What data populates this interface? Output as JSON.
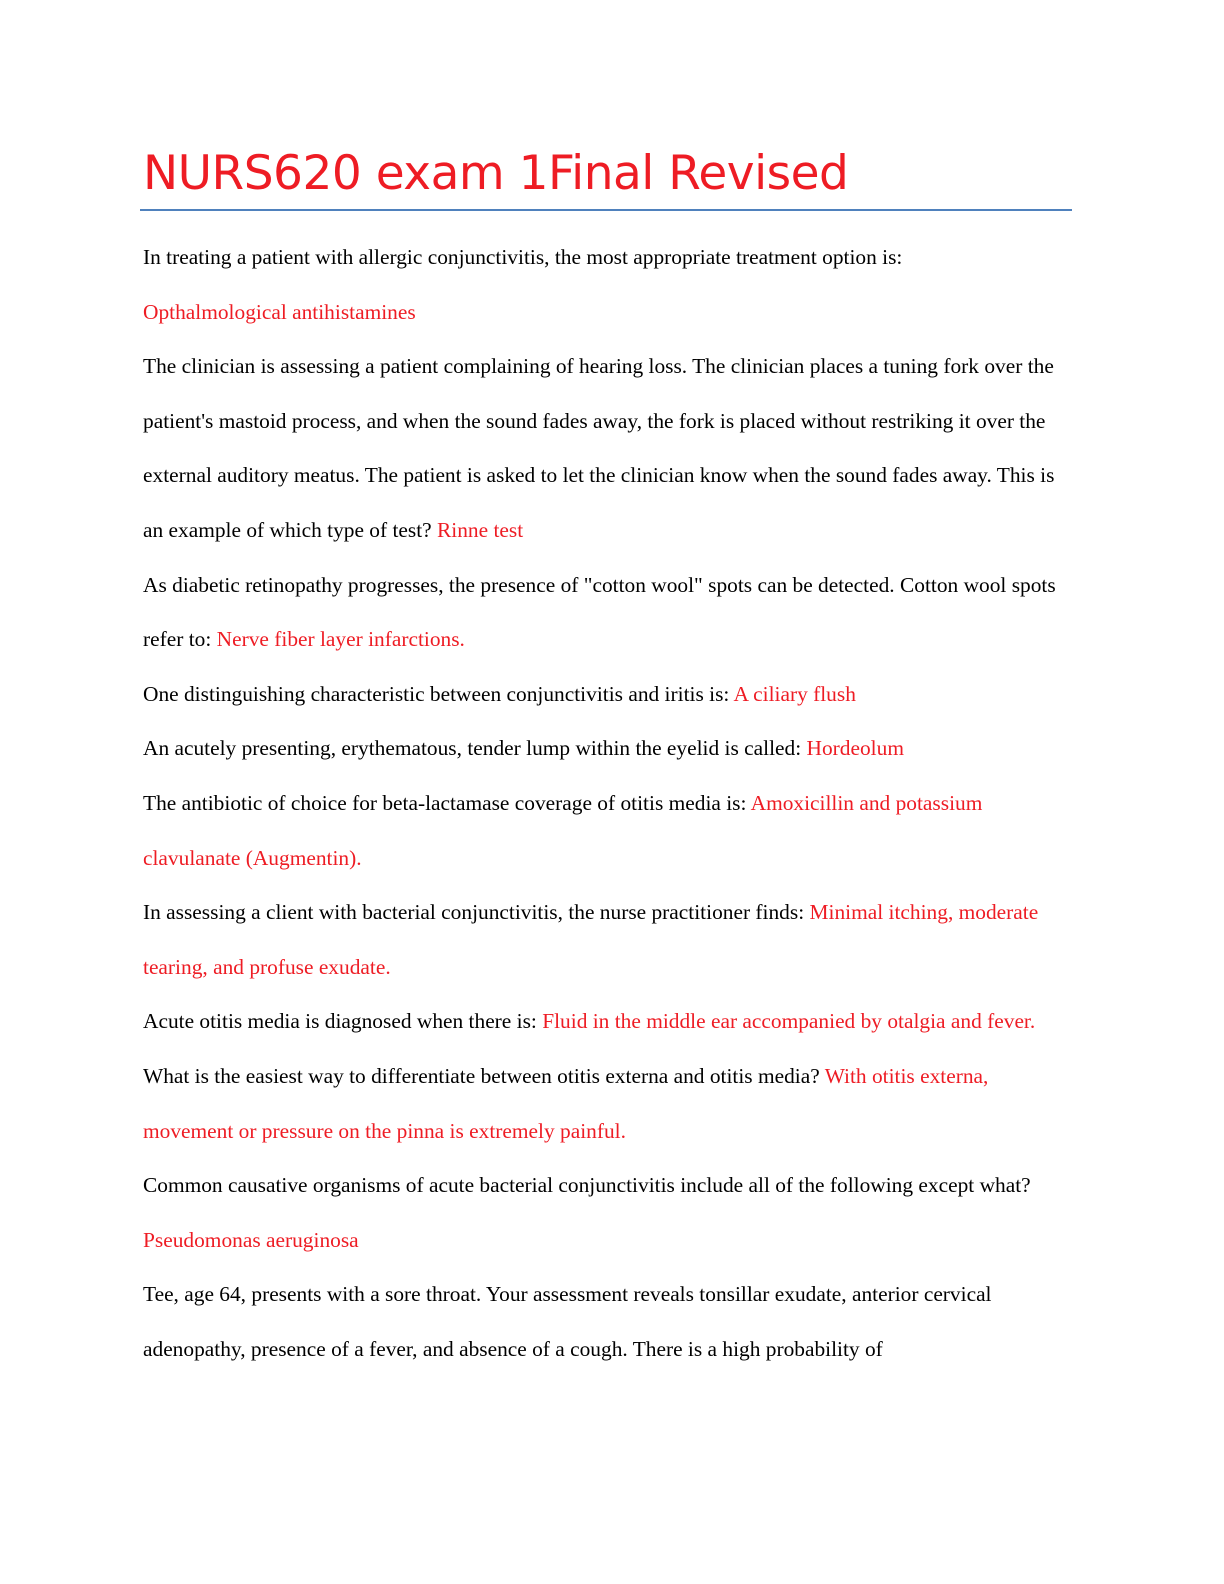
{
  "document": {
    "title": "NURS620 exam 1Final Revised",
    "colors": {
      "answer": "#ee1c24",
      "title": "#ee1c24",
      "rule": "#4f81bd",
      "text": "#000000"
    },
    "items": [
      {
        "question": "In treating a patient with allergic conjunctivitis, the most appropriate treatment option is:",
        "answer": "Opthalmological antihistamines"
      },
      {
        "question": "The clinician is assessing a patient complaining of hearing loss. The clinician places a tuning fork over the patient's mastoid process, and when the sound fades away, the fork is placed without restriking it over the external auditory meatus. The patient is asked to let the clinician know when the sound fades away. This is an example of which type of test?",
        "answer": "Rinne test"
      },
      {
        "question": "As diabetic retinopathy progresses, the presence of \"cotton wool\" spots can be detected. Cotton wool spots refer to:",
        "answer": "Nerve fiber layer infarctions."
      },
      {
        "question": "One distinguishing characteristic between conjunctivitis and iritis is:",
        "answer": "A ciliary flush"
      },
      {
        "question": "An acutely presenting, erythematous, tender lump within the eyelid is called:",
        "answer": "Hordeolum"
      },
      {
        "question": "The antibiotic of choice for beta-lactamase coverage of otitis media is:",
        "answer": "Amoxicillin and potassium clavulanate (Augmentin)."
      },
      {
        "question": "In assessing a client with bacterial conjunctivitis, the nurse practitioner finds:",
        "answer": "Minimal itching, moderate tearing, and profuse exudate."
      },
      {
        "question": "Acute otitis media is diagnosed when there is: ",
        "answer": "Fluid in the middle ear accompanied by otalgia and fever."
      },
      {
        "question": "What is the easiest way to differentiate between otitis externa and otitis media? ",
        "answer": "With otitis externa, movement or pressure on the pinna is extremely painful."
      },
      {
        "question": "Common causative organisms of acute bacterial conjunctivitis include all of the following except what?",
        "answer": "Pseudomonas aeruginosa"
      },
      {
        "question": "Tee, age 64, presents with a sore throat. Your assessment reveals tonsillar exudate, anterior cervical adenopathy, presence of a fever, and absence of a cough. There is a high probability of",
        "answer": ""
      }
    ]
  }
}
